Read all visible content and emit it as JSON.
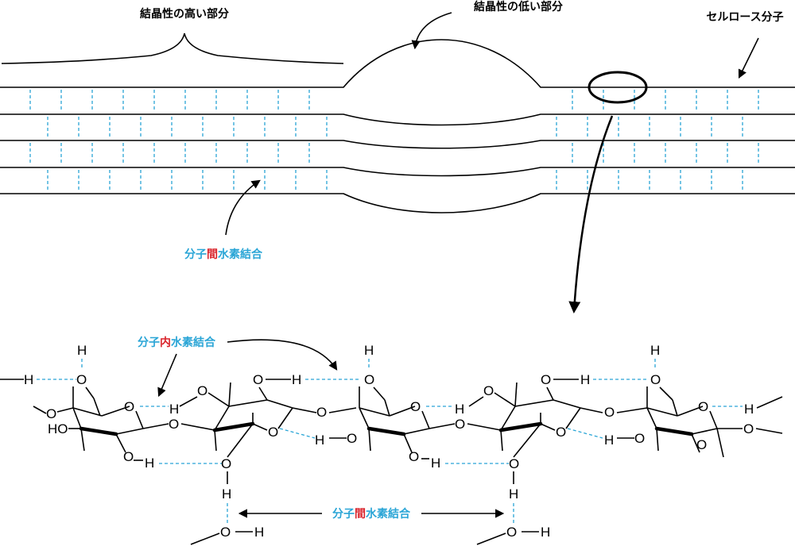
{
  "labels": {
    "high_crystallinity": "結晶性の高い部分",
    "low_crystallinity": "結晶性の低い部分",
    "cellulose_molecule": "セルロース分子",
    "inter_hbond_upper": {
      "pre": "分子",
      "mid": "間",
      "post": "水素結合"
    },
    "intra_hbond": {
      "pre": "分子",
      "mid": "内",
      "post": "水素結合"
    },
    "inter_hbond_lower": {
      "pre": "分子",
      "mid": "間",
      "post": "水素結合"
    }
  },
  "atoms": {
    "hydrogen": "H",
    "oxygen": "O",
    "hydroxyl": "HO"
  },
  "colors": {
    "hbond_blue": "#2aa5d6",
    "highlight_red": "#d9232b",
    "line_black": "#000000"
  }
}
